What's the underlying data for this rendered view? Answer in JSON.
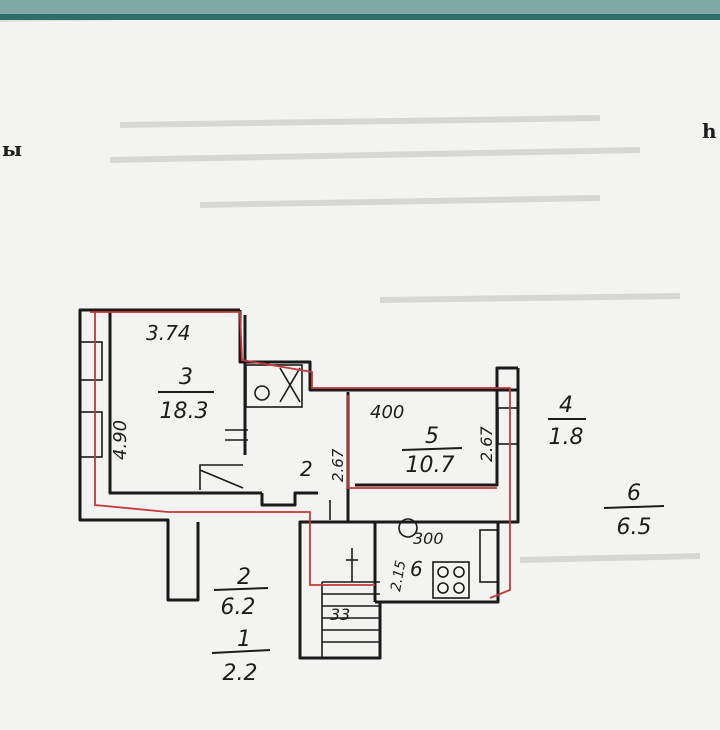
{
  "edge_marks": {
    "left": "ы",
    "right": "h"
  },
  "dimensions": {
    "room3_width": "3.74",
    "room3_length": "4.90",
    "room5_width": "400",
    "room5_length": "2.67",
    "hall_width": "2.67",
    "kitchen_width": "300",
    "kitchen_length": "2.15",
    "stair_label": "33"
  },
  "rooms": [
    {
      "number": "3",
      "area": "18.3"
    },
    {
      "number": "5",
      "area": "10.7"
    },
    {
      "number": "4",
      "area": "1.8"
    },
    {
      "number": "6",
      "area": "6.5"
    },
    {
      "number": "2",
      "area": "6.2"
    },
    {
      "number": "1",
      "area": "2.2"
    }
  ],
  "inline_labels": {
    "hall_number": "2",
    "kitchen_number": "6"
  },
  "colors": {
    "paper": "#f3f3f1",
    "ink": "#1a1a1a",
    "red_line": "#c43a3a",
    "border_teal": "#2a6f6c"
  }
}
